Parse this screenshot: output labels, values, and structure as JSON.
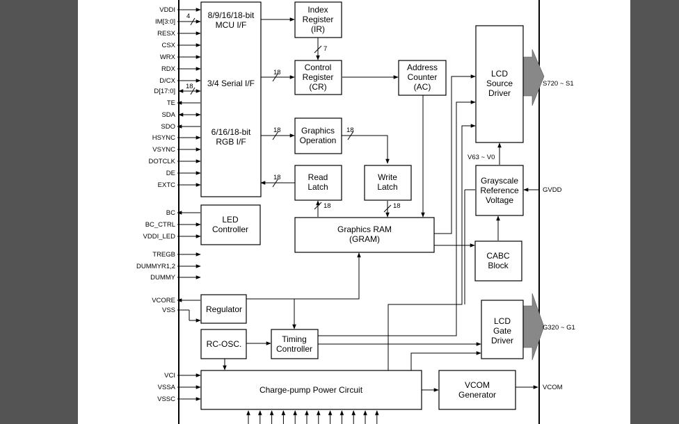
{
  "blocks": {
    "mcu_if": [
      "8/9/16/18-bit",
      "MCU I/F"
    ],
    "serial_if": [
      "3/4 Serial I/F"
    ],
    "rgb_if": [
      "6/16/18-bit",
      "RGB I/F"
    ],
    "index_register": [
      "Index",
      "Register",
      "(IR)"
    ],
    "control_register": [
      "Control",
      "Register",
      "(CR)"
    ],
    "address_counter": [
      "Address",
      "Counter",
      "(AC)"
    ],
    "lcd_source_driver": [
      "LCD",
      "Source",
      "Driver"
    ],
    "graphics_operation": [
      "Graphics",
      "Operation"
    ],
    "read_latch": [
      "Read",
      "Latch"
    ],
    "write_latch": [
      "Write",
      "Latch"
    ],
    "grayscale_reference": [
      "Grayscale",
      "Reference",
      "Voltage"
    ],
    "led_controller": [
      "LED",
      "Controller"
    ],
    "graphics_ram": [
      "Graphics RAM",
      "(GRAM)"
    ],
    "cabc_block": [
      "CABC",
      "Block"
    ],
    "regulator": [
      "Regulator"
    ],
    "lcd_gate_driver": [
      "LCD",
      "Gate",
      "Driver"
    ],
    "rc_osc": [
      "RC-OSC."
    ],
    "timing_controller": [
      "Timing",
      "Controller"
    ],
    "charge_pump": [
      "Charge-pump Power Circuit"
    ],
    "vcom_generator": [
      "VCOM",
      "Generator"
    ]
  },
  "pins_left": {
    "vddi": "VDDI",
    "im": "IM[3:0]",
    "resx": "RESX",
    "csx": "CSX",
    "wrx": "WRX",
    "rdx": "RDX",
    "dcx": "D/CX",
    "d": "D[17:0]",
    "te": "TE",
    "sda": "SDA",
    "sdo": "SDO",
    "hsync": "HSYNC",
    "vsync": "VSYNC",
    "dotclk": "DOTCLK",
    "de": "DE",
    "extc": "EXTC",
    "bc": "BC",
    "bc_ctrl": "BC_CTRL",
    "vddi_led": "VDDI_LED",
    "tregb": "TREGB",
    "dummyr": "DUMMYR1,2",
    "dummy": "DUMMY",
    "vcore": "VCORE",
    "vss": "VSS",
    "vci": "VCI",
    "vssa": "VSSA",
    "vssc": "VSSC"
  },
  "pins_right": {
    "source_out": "S720 ~ S1",
    "gvdd": "GVDD",
    "gate_out": "G320 ~ G1",
    "vcom": "VCOM"
  },
  "bus_labels": {
    "im_width": "4",
    "d_width": "18",
    "ir_cr": "7",
    "serial_cr": "18",
    "rgb_go": "18",
    "go_wl": "18",
    "rl_mcu": "18",
    "rl_gram": "18",
    "wl_gram": "18",
    "gamma": "V63 ~ V0"
  },
  "colors": {
    "page": "#ffffff",
    "background": "#545454",
    "line": "#000000",
    "output_arrow": "#888888"
  }
}
